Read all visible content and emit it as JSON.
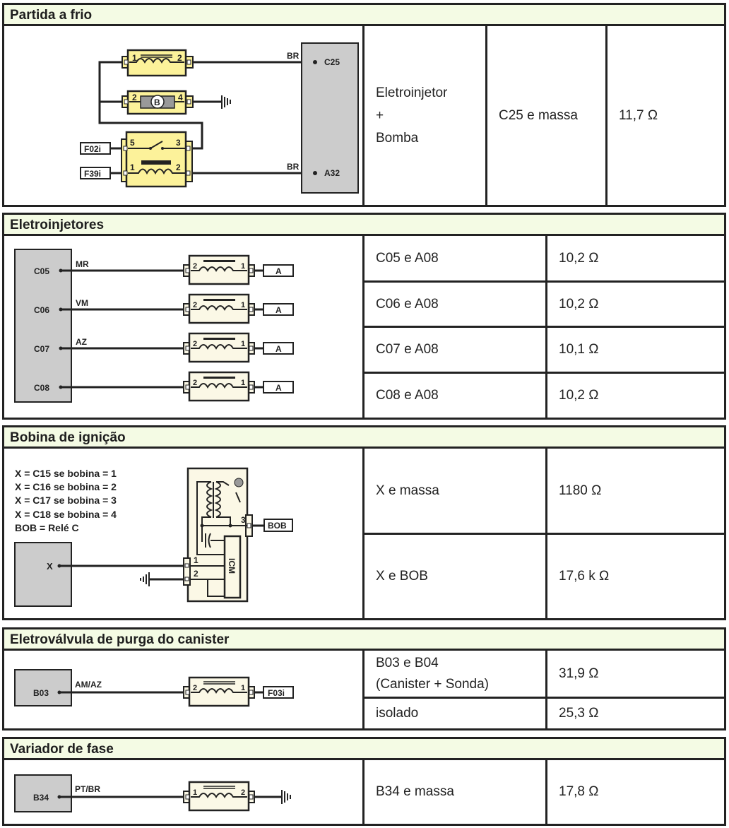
{
  "colors": {
    "header_bg": "#f4fbe4",
    "component_yellow": "#fcf29a",
    "component_cream": "#fbf8e6",
    "ecu_gray": "#cccccc",
    "line": "#222222"
  },
  "sections": [
    {
      "title": "Partida a frio",
      "diagram": {
        "connector_pins": [
          "C25",
          "A32"
        ],
        "wire_colors": [
          "BR",
          "BR"
        ],
        "relay_inputs": [
          "F02i",
          "F39i"
        ],
        "injector_pins": [
          "1",
          "2"
        ],
        "pump_label": "B",
        "pump_pins": [
          "2",
          "4"
        ],
        "relay_switch_pins": [
          "5",
          "3"
        ],
        "relay_coil_pins": [
          "1",
          "2"
        ]
      },
      "table": {
        "component_lines": [
          "Eletroinjetor",
          "+",
          "Bomba"
        ],
        "rows": [
          {
            "terminals": "C25 e massa",
            "value": "11,7 Ω"
          }
        ]
      }
    },
    {
      "title": "Eletroinjetores",
      "diagram": {
        "channels": [
          {
            "pin": "C05",
            "wire": "MR",
            "target": "A"
          },
          {
            "pin": "C06",
            "wire": "VM",
            "target": "A"
          },
          {
            "pin": "C07",
            "wire": "AZ",
            "target": "A"
          },
          {
            "pin": "C08",
            "wire": "",
            "target": "A"
          }
        ],
        "injector_pins": [
          "2",
          "1"
        ]
      },
      "table": {
        "rows": [
          {
            "terminals": "C05 e A08",
            "value": "10,2 Ω"
          },
          {
            "terminals": "C06 e A08",
            "value": "10,2 Ω"
          },
          {
            "terminals": "C07 e A08",
            "value": "10,1 Ω"
          },
          {
            "terminals": "C08 e A08",
            "value": "10,2 Ω"
          }
        ]
      }
    },
    {
      "title": "Bobina de ignição",
      "diagram": {
        "notes": [
          "X = C15 se bobina = 1",
          "X = C16 se bobina = 2",
          "X = C17 se bobina = 3",
          "X = C18 se bobina = 4",
          "BOB = Relé C"
        ],
        "pin": "X",
        "module_label": "ICM",
        "output_label": "BOB",
        "coil_pins": [
          "1",
          "2",
          "3"
        ]
      },
      "table": {
        "rows": [
          {
            "terminals": "X e massa",
            "value": "1180 Ω"
          },
          {
            "terminals": "X e BOB",
            "value": "17,6 k Ω"
          }
        ]
      }
    },
    {
      "title": "Eletroválvula de purga do canister",
      "diagram": {
        "pin": "B03",
        "wire": "AM/AZ",
        "target": "F03i",
        "pins": [
          "2",
          "1"
        ]
      },
      "table": {
        "rows": [
          {
            "terminals_lines": [
              "B03 e B04",
              "(Canister + Sonda)"
            ],
            "value": "31,9 Ω"
          },
          {
            "terminals": "isolado",
            "value": "25,3 Ω"
          }
        ]
      }
    },
    {
      "title": "Variador de fase",
      "diagram": {
        "pin": "B34",
        "wire": "PT/BR",
        "pins": [
          "1",
          "2"
        ]
      },
      "table": {
        "rows": [
          {
            "terminals": "B34 e massa",
            "value": "17,8 Ω"
          }
        ]
      }
    }
  ]
}
